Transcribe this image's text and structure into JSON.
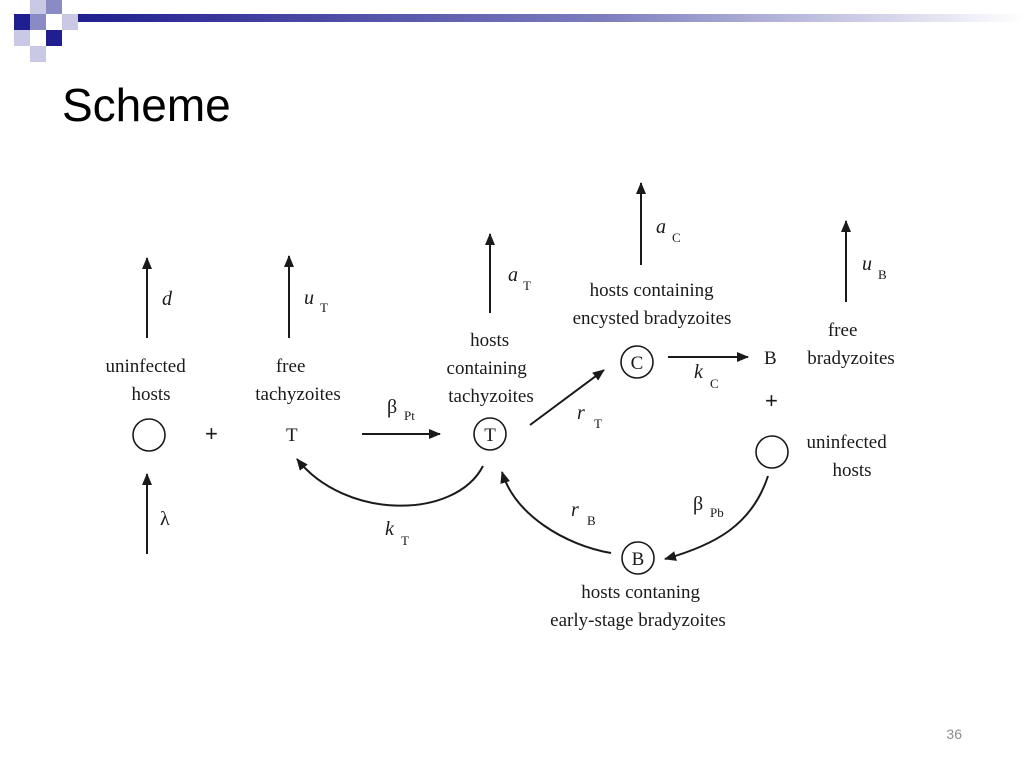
{
  "slide": {
    "title": "Scheme",
    "page_number": "36"
  },
  "theme": {
    "banner_dark": "#1f1f8f",
    "banner_light": "#ffffff",
    "square_dark": "#1f1f8f",
    "square_mid": "#8a8ac4",
    "square_light": "#c9c9e6"
  },
  "diagram": {
    "uninfected_hosts_left": [
      "uninfected",
      "hosts"
    ],
    "free_tachyzoites": [
      "free",
      "tachyzoites"
    ],
    "hosts_containing_tachyzoites": [
      "hosts",
      "containing",
      "tachyzoites"
    ],
    "hosts_containing_encysted": [
      "hosts containing",
      "encysted bradyzoites"
    ],
    "free_bradyzoites": [
      "free",
      "bradyzoites"
    ],
    "uninfected_hosts_right": [
      "uninfected",
      "hosts"
    ],
    "hosts_early_stage": [
      "hosts contaning",
      "early-stage bradyzoites"
    ],
    "node_T": "T",
    "node_C": "C",
    "node_B": "B",
    "tachyzoite_symbol": "T",
    "bradyzoite_symbol": "B",
    "plus": "+",
    "rates": {
      "d": "d",
      "lambda": "λ",
      "u_T": {
        "main": "u",
        "sub": "T"
      },
      "beta_Pt": {
        "main": "β",
        "sub": "Pt"
      },
      "a_T": {
        "main": "a",
        "sub": "T"
      },
      "a_C": {
        "main": "a",
        "sub": "C"
      },
      "r_T": {
        "main": "r",
        "sub": "T"
      },
      "k_C": {
        "main": "k",
        "sub": "C"
      },
      "u_B": {
        "main": "u",
        "sub": "B"
      },
      "k_T": {
        "main": "k",
        "sub": "T"
      },
      "r_B": {
        "main": "r",
        "sub": "B"
      },
      "beta_Pb": {
        "main": "β",
        "sub": "Pb"
      }
    }
  }
}
